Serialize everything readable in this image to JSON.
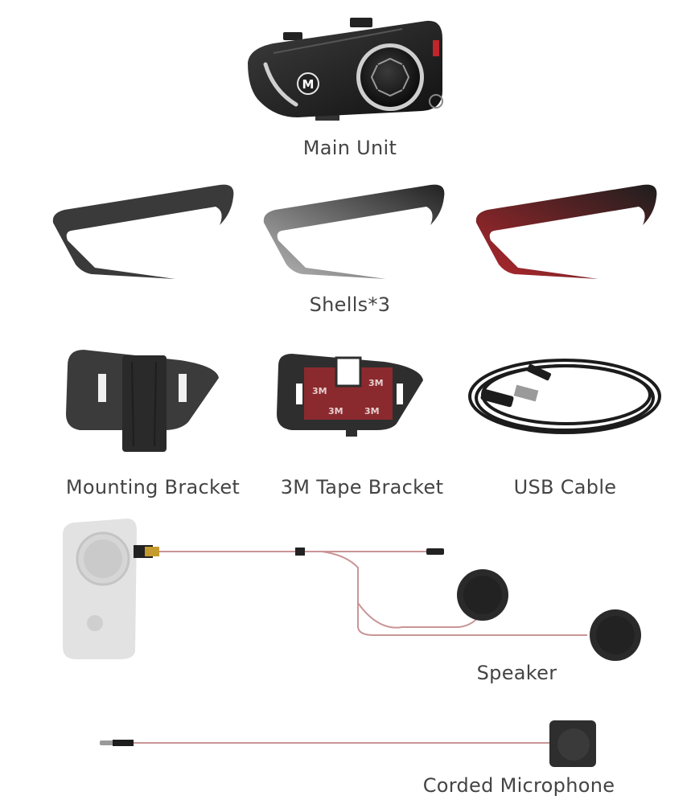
{
  "labels": {
    "main_unit": "Main Unit",
    "shells": "Shells*3",
    "mounting_bracket": "Mounting Bracket",
    "tape_bracket": "3M Tape Bracket",
    "usb_cable": "USB Cable",
    "speaker": "Speaker",
    "corded_microphone": "Corded Microphone"
  },
  "main_unit_logo": "M",
  "tape_marks": [
    "3M",
    "3M",
    "3M",
    "3M"
  ],
  "colors": {
    "shell_dark": "#3a3a3a",
    "shell_silver": "#a8a8a8",
    "shell_red": "#b3282d",
    "cable_wire": "#c99597",
    "label_text": "#444444"
  }
}
